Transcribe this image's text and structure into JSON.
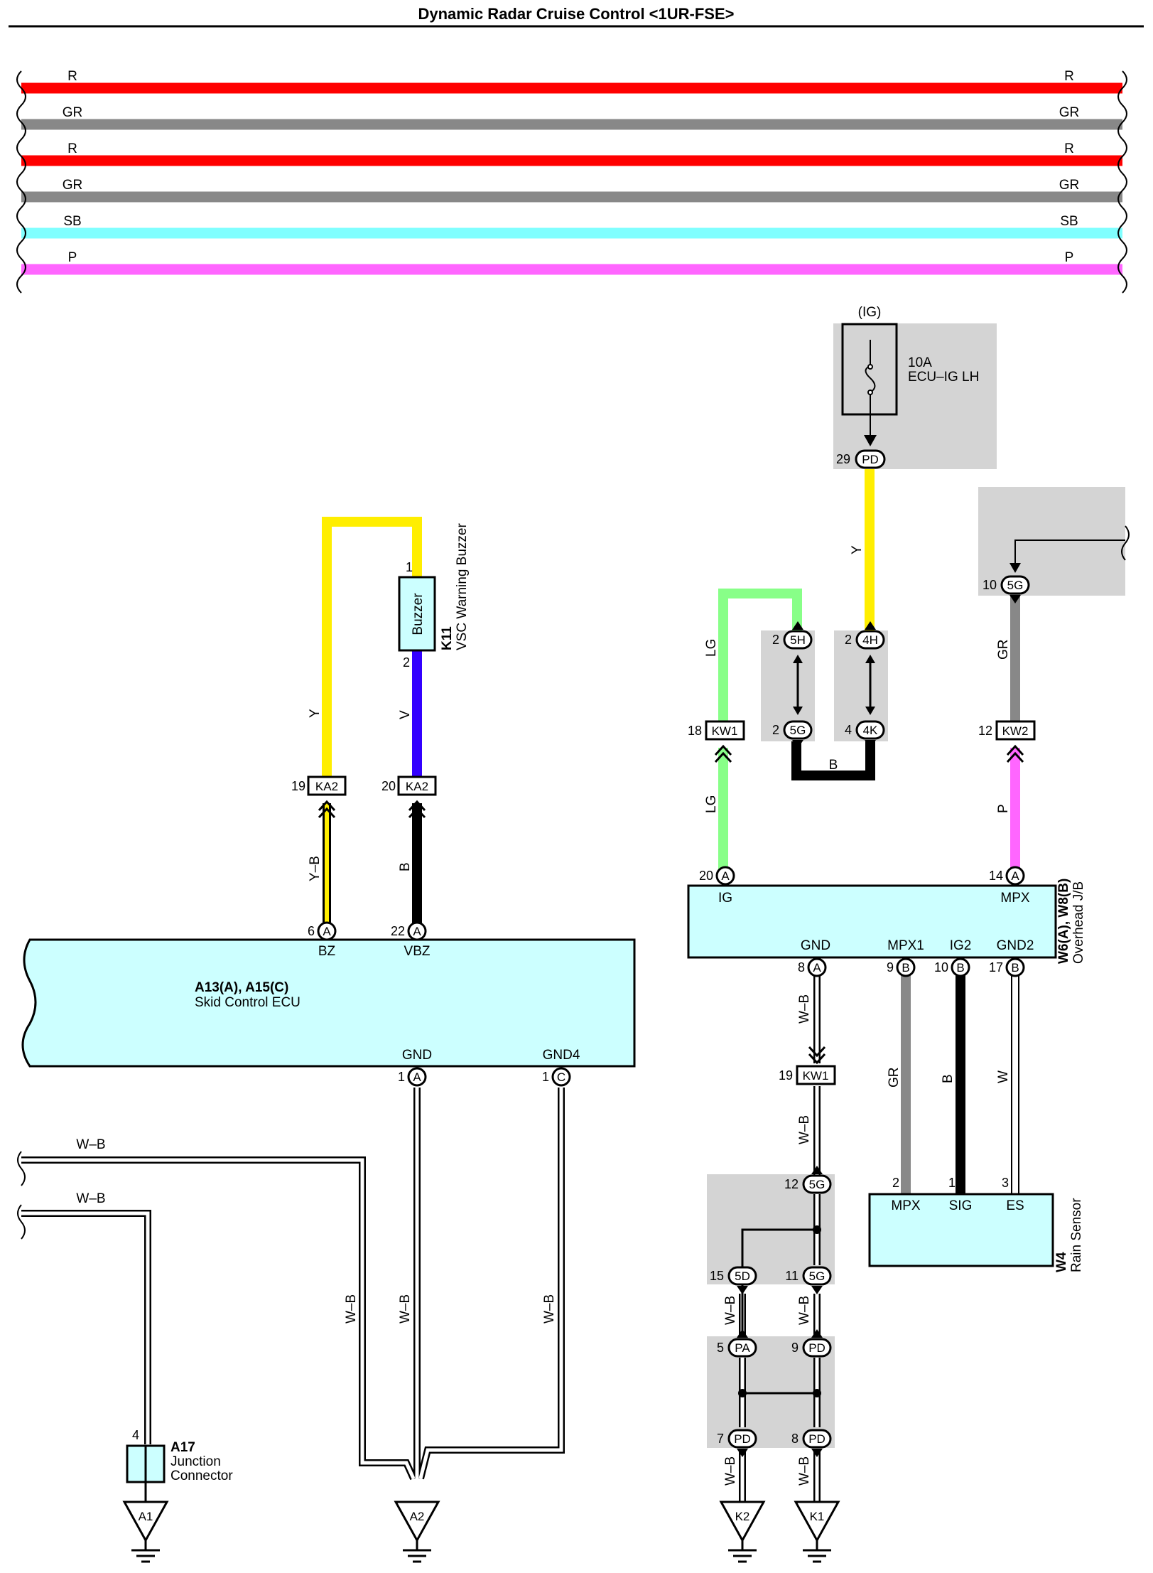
{
  "title": "Dynamic Radar Cruise Control <1UR-FSE>",
  "bus_wires": [
    {
      "label": "R",
      "color": "#ff0000"
    },
    {
      "label": "GR",
      "color": "#888888"
    },
    {
      "label": "R",
      "color": "#ff0000"
    },
    {
      "label": "GR",
      "color": "#888888"
    },
    {
      "label": "SB",
      "color": "#80ffff"
    },
    {
      "label": "P",
      "color": "#ff66ff"
    }
  ],
  "colors": {
    "Y": "#ffee00",
    "V": "#3300ff",
    "LG": "#88ff88",
    "B": "#000000",
    "GR": "#888888",
    "P": "#ff66ff",
    "fill": "#ccffff",
    "shade": "#d4d4d4"
  },
  "fuse": {
    "supply": "(IG)",
    "rating": "10A",
    "name": "ECU–IG LH",
    "pin": "29",
    "connector": "PD"
  },
  "buzzer": {
    "code": "K11",
    "name": "VSC Warning Buzzer",
    "body": "Buzzer",
    "pin1": "1",
    "pin2": "2"
  },
  "skid_ecu": {
    "code": "A13(A), A15(C)",
    "name": "Skid Control ECU",
    "terms": [
      {
        "pin": "6",
        "conn": "A",
        "name": "BZ"
      },
      {
        "pin": "22",
        "conn": "A",
        "name": "VBZ"
      },
      {
        "pin": "1",
        "conn": "A",
        "name": "GND"
      },
      {
        "pin": "1",
        "conn": "C",
        "name": "GND4"
      }
    ]
  },
  "overhead_jb": {
    "code": "W6(A), W8(B)",
    "name": "Overhead J/B",
    "terms": [
      {
        "pin": "20",
        "conn": "A",
        "name": "IG"
      },
      {
        "pin": "14",
        "conn": "A",
        "name": "MPX"
      },
      {
        "pin": "8",
        "conn": "A",
        "name": "GND"
      },
      {
        "pin": "9",
        "conn": "B",
        "name": "MPX1"
      },
      {
        "pin": "10",
        "conn": "B",
        "name": "IG2"
      },
      {
        "pin": "17",
        "conn": "B",
        "name": "GND2"
      }
    ]
  },
  "rain_sensor": {
    "code": "W4",
    "name": "Rain Sensor",
    "terms": [
      {
        "pin": "2",
        "name": "MPX"
      },
      {
        "pin": "1",
        "name": "SIG"
      },
      {
        "pin": "3",
        "name": "ES"
      }
    ]
  },
  "junction": {
    "code": "A17",
    "line1": "Junction",
    "line2": "Connector",
    "pin": "4"
  },
  "grounds": [
    "A1",
    "A2",
    "K2",
    "K1"
  ],
  "inline_connectors": [
    {
      "pin": "19",
      "name": "KA2"
    },
    {
      "pin": "20",
      "name": "KA2"
    },
    {
      "pin": "18",
      "name": "KW1"
    },
    {
      "pin": "12",
      "name": "KW2"
    },
    {
      "pin": "19",
      "name": "KW1"
    }
  ],
  "jb_connectors": [
    {
      "pin": "2",
      "name": "5H"
    },
    {
      "pin": "2",
      "name": "5G"
    },
    {
      "pin": "2",
      "name": "4H"
    },
    {
      "pin": "4",
      "name": "4K"
    },
    {
      "pin": "10",
      "name": "5G"
    },
    {
      "pin": "12",
      "name": "5G"
    },
    {
      "pin": "15",
      "name": "5D"
    },
    {
      "pin": "11",
      "name": "5G"
    },
    {
      "pin": "5",
      "name": "PA"
    },
    {
      "pin": "9",
      "name": "PD"
    },
    {
      "pin": "7",
      "name": "PD"
    },
    {
      "pin": "8",
      "name": "PD"
    }
  ],
  "wire_labels": {
    "y_buzzer": "Y",
    "v_buzzer": "V",
    "yb": "Y–B",
    "b_vbz": "B",
    "y_fuse": "Y",
    "lg_top": "LG",
    "lg_bottom": "LG",
    "b_jump": "B",
    "gr_top": "GR",
    "p_mpx": "P",
    "wb_gnd": "W–B",
    "wb_kw1": "W–B",
    "gr_mpx1": "GR",
    "b_ig2": "B",
    "w_gnd2": "W",
    "wb_left1": "W–B",
    "wb_left2": "W–B",
    "wb_a2a": "W–B",
    "wb_a2b": "W–B",
    "wb_a2c": "W–B",
    "wb_k2": "W–B",
    "wb_k1": "W–B",
    "wb_k2b": "W–B",
    "wb_k1b": "W–B"
  }
}
